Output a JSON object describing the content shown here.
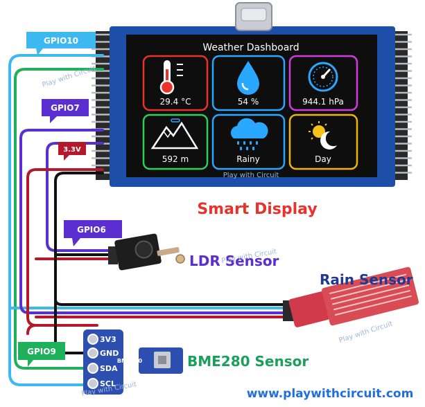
{
  "display": {
    "title": "Weather Dashboard",
    "tiles": [
      {
        "id": "temperature",
        "icon": "thermometer-icon",
        "value": "29.4 °C",
        "border": "#e8322b"
      },
      {
        "id": "humidity",
        "icon": "water-drop-icon",
        "value": "54 %",
        "border": "#2aa7ff"
      },
      {
        "id": "pressure",
        "icon": "gauge-icon",
        "value": "944.1 hPa",
        "border": "#d23be0"
      },
      {
        "id": "altitude",
        "icon": "mountain-icon",
        "value": "592 m",
        "border": "#2fd05a"
      },
      {
        "id": "weather",
        "icon": "rain-cloud-icon",
        "value": "Rainy",
        "border": "#2aa7ff"
      },
      {
        "id": "daynight",
        "icon": "sun-moon-icon",
        "value": "Day",
        "border": "#f0b400"
      }
    ],
    "watermark": "Play with Circuit"
  },
  "labels": {
    "smart_display": "Smart Display",
    "ldr_sensor": "LDR Sensor",
    "rain_sensor": "Rain Sensor",
    "bme280_sensor": "BME280 Sensor",
    "website": "www.playwithcircuit.com"
  },
  "tags": {
    "gpio10": "GPIO10",
    "gpio7": "GPIO7",
    "v33": "3.3V",
    "gpio6": "GPIO6",
    "gpio9": "GPIO9"
  },
  "bme280_pins": [
    "3V3",
    "GND",
    "SDA",
    "SCL"
  ],
  "bme280_chip": "BME280",
  "watermarks": [
    "Play with Circuit",
    "Play with Circuit",
    "Play with Circuit",
    "Play with Circuit"
  ],
  "colors": {
    "wire_cyan": "#3db8f0",
    "wire_green": "#1fb05a",
    "wire_purple": "#5a2ed0",
    "wire_red": "#b5172b",
    "wire_black": "#111111",
    "board_blue": "#1e4fa8",
    "screen_bg": "#0e0e0e"
  }
}
